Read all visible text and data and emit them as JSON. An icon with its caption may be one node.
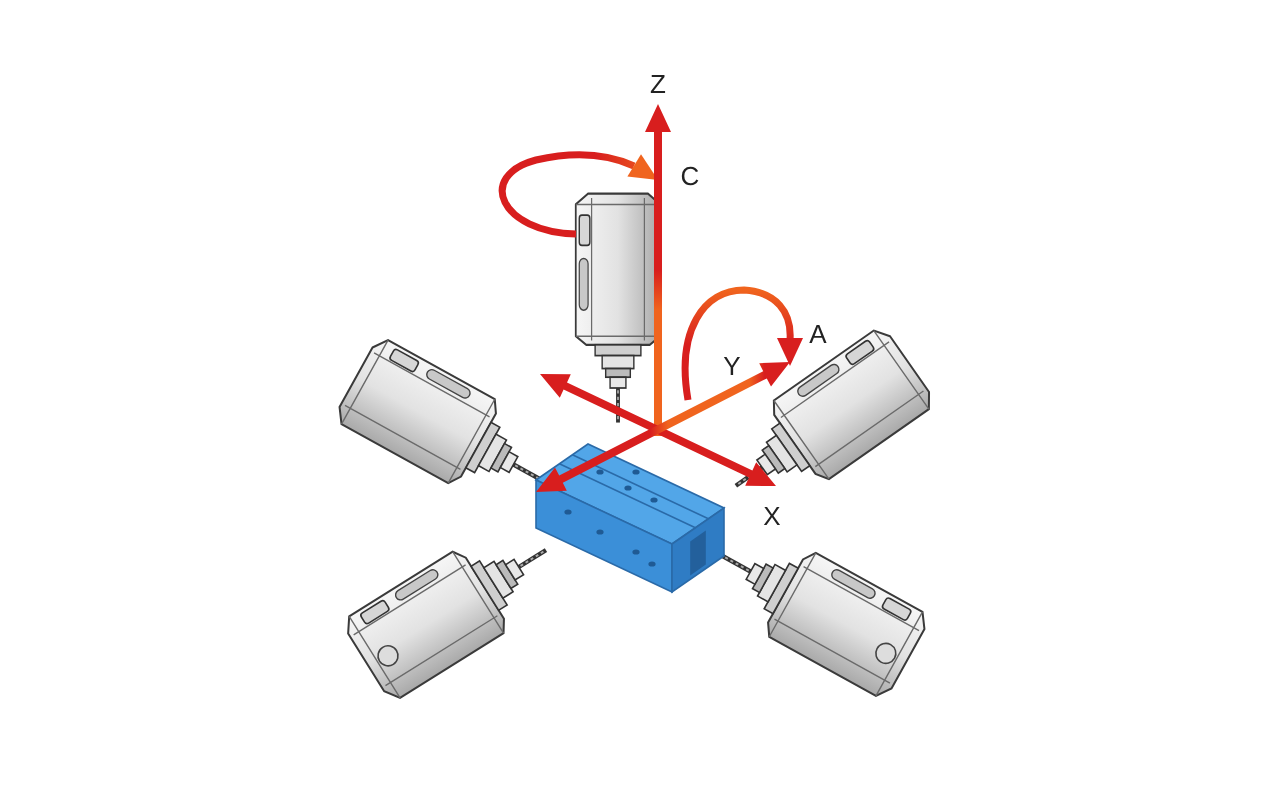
{
  "diagram": {
    "labels": [
      "Z",
      "C",
      "A",
      "Y",
      "X"
    ]
  }
}
